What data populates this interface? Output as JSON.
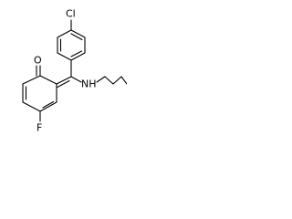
{
  "structure": {
    "atoms": {
      "chlorine": "Cl",
      "oxygen": "O",
      "amine": "NH",
      "fluorine": "F"
    },
    "colors": {
      "bond": "#000000",
      "label": "#000000",
      "background": "#ffffff"
    }
  }
}
